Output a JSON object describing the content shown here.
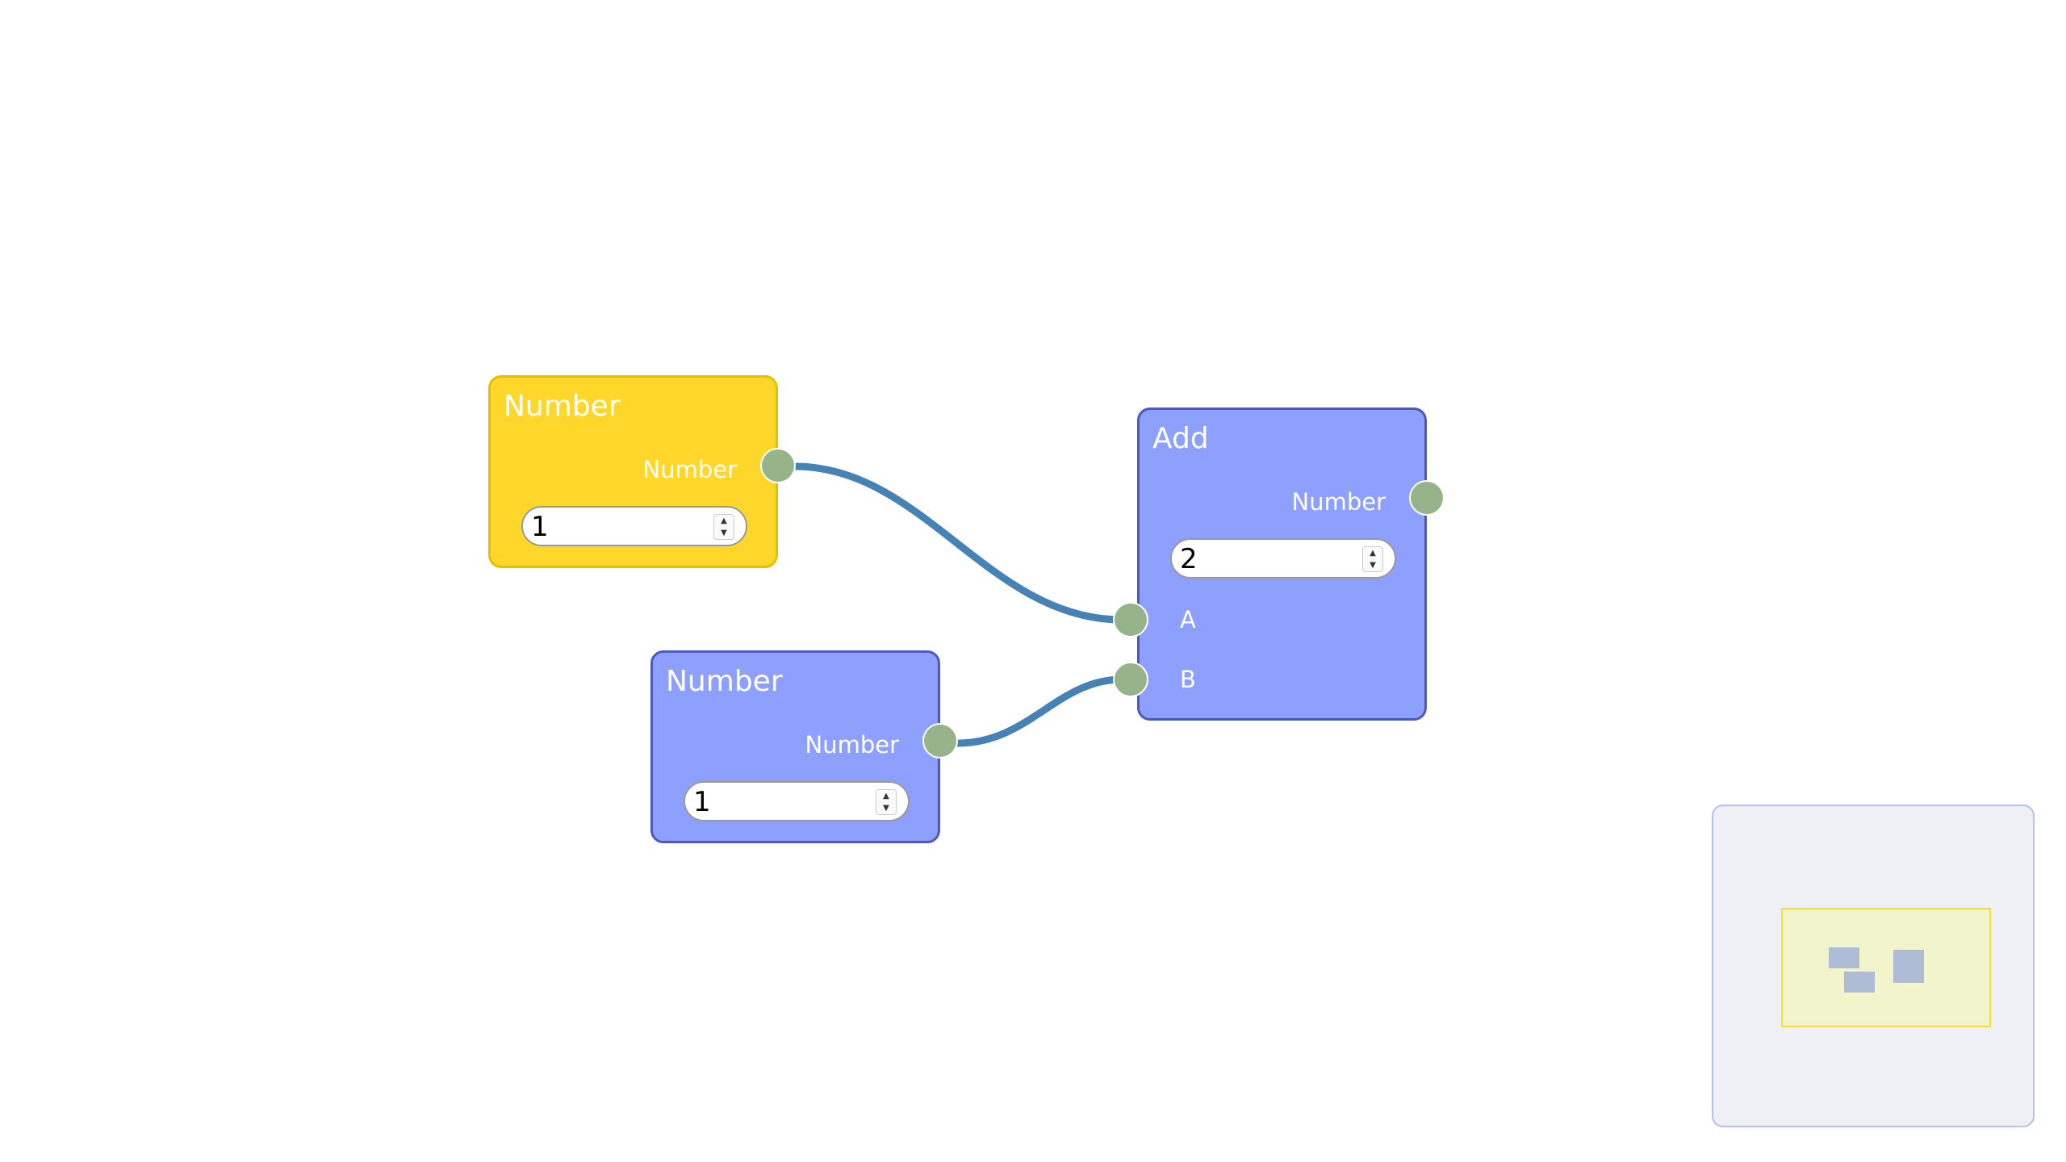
{
  "editor": {
    "nodes": [
      {
        "id": "number-1",
        "title": "Number",
        "selected": true,
        "outputs": [
          {
            "label": "Number"
          }
        ],
        "control": {
          "value": "1"
        }
      },
      {
        "id": "number-2",
        "title": "Number",
        "selected": false,
        "outputs": [
          {
            "label": "Number"
          }
        ],
        "control": {
          "value": "1"
        }
      },
      {
        "id": "add",
        "title": "Add",
        "selected": false,
        "outputs": [
          {
            "label": "Number"
          }
        ],
        "control": {
          "value": "2"
        },
        "inputs": [
          {
            "label": "A"
          },
          {
            "label": "B"
          }
        ]
      }
    ],
    "connections": [
      {
        "from": "number-1.Number",
        "to": "add.A"
      },
      {
        "from": "number-2.Number",
        "to": "add.B"
      }
    ]
  },
  "colors": {
    "node_bg": "#8ea0fe",
    "node_border": "#4e58bf",
    "node_selected_bg": "#fed72a",
    "node_selected_border": "#e3c000",
    "socket": "#96b38a",
    "connection": "#4682b4",
    "minimap_bg": "#eef0f6",
    "minimap_viewport": "#f2f4cc",
    "minimap_node": "#afbcd6"
  },
  "icons": {
    "spin_up": "▲",
    "spin_down": "▼"
  }
}
